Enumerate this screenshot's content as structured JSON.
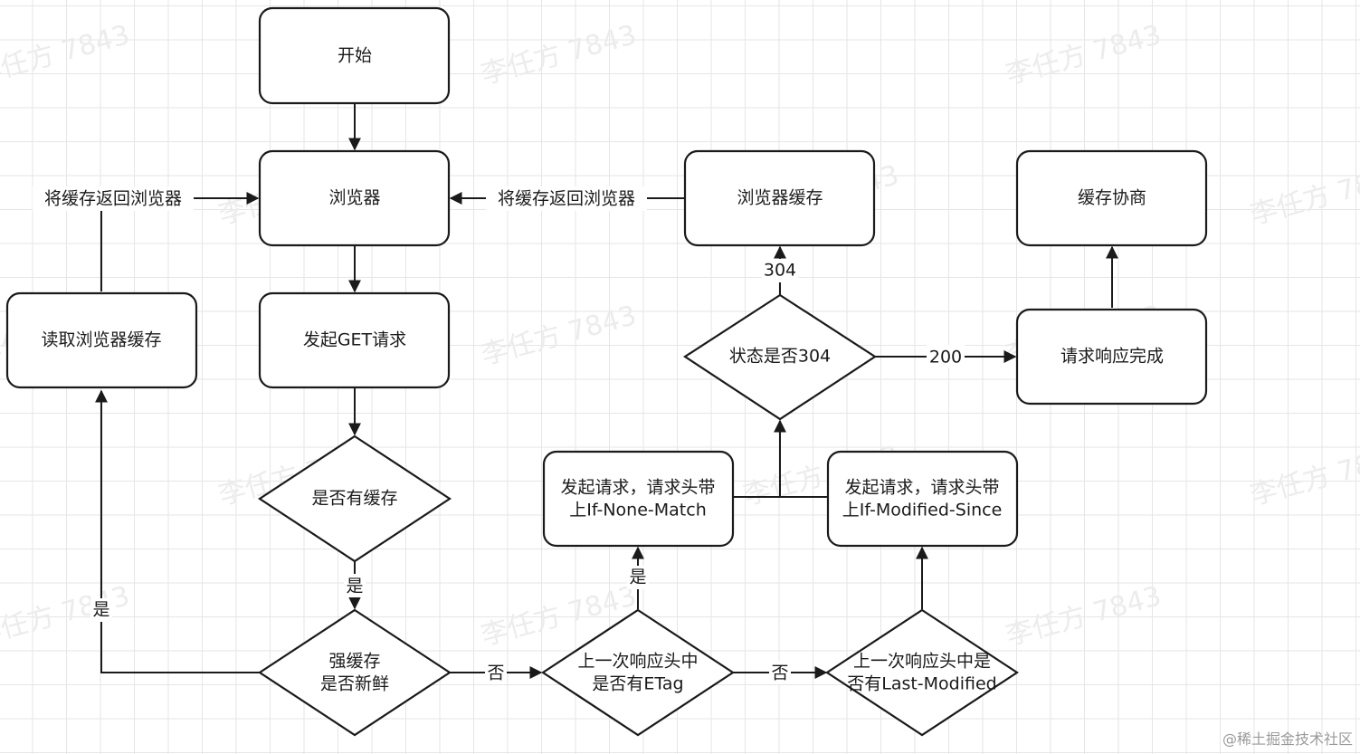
{
  "nodes": {
    "start": "开始",
    "browser": "浏览器",
    "get_request": "发起GET请求",
    "has_cache": "是否有缓存",
    "fresh_l1": "强缓存",
    "fresh_l2": "是否新鲜",
    "read_cache": "读取浏览器缓存",
    "etag_l1": "上一次响应头中",
    "etag_l2": "是否有ETag",
    "lastmod_l1": "上一次响应头中是",
    "lastmod_l2": "否有Last-Modified",
    "req_inm_l1": "发起请求，请求头带",
    "req_inm_l2": "上If-None-Match",
    "req_ims_l1": "发起请求，请求头带",
    "req_ims_l2": "上If-Modified-Since",
    "status_304": "状态是否304",
    "browser_cache": "浏览器缓存",
    "response_done": "请求响应完成",
    "negotiation": "缓存协商"
  },
  "edge_labels": {
    "return_left": "将缓存返回浏览器",
    "return_right": "将缓存返回浏览器",
    "yes_has_cache": "是",
    "yes_fresh": "是",
    "no_fresh": "否",
    "yes_etag": "是",
    "no_etag": "否",
    "code_304": "304",
    "code_200": "200"
  },
  "watermark": "李任方 7843",
  "credit": "@稀土掘金技术社区"
}
